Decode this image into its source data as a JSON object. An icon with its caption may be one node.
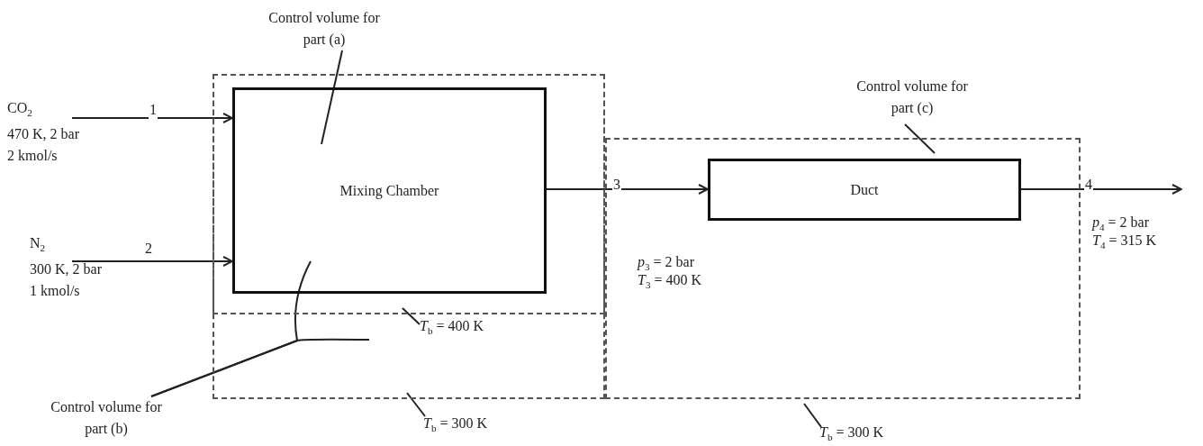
{
  "diagram": {
    "nodes": [
      {
        "text": [],
        "shape": "box"
      },
      {
        "text": [],
        "shape": "box",
        "in": 0
      },
      {
        "text": [
          "Mixing Chamber"
        ],
        "in": 1
      },
      {
        "text": [],
        "shape": "box"
      },
      {
        "text": [
          "Duct"
        ],
        "in": 3
      },
      {
        "text": [
          "CO$_{2}$",
          "470 K, 2 bar",
          "2 kmol/s"
        ]
      },
      {
        "text": [
          "N$_{2}$",
          "300 K, 2 bar",
          "1 kmol/s"
        ]
      },
      {
        "text": [
          "Control volume for part (a)"
        ]
      },
      {
        "text": [
          "Control volume for part (b)"
        ]
      },
      {
        "text": [
          "Control volume for part (c)"
        ]
      },
      {
        "text": [
          "*T*$_{b}$ = 400 K"
        ],
        "in": 0
      },
      {
        "text": [
          "*T*$_{b}$ = 300 K"
        ]
      },
      {
        "text": [
          "*T*$_{b}$ = 300 K"
        ]
      }
    ],
    "edges": [
      {
        "from": 5,
        "to": 2,
        "arrow": "to",
        "label": "1"
      },
      {
        "from": 6,
        "to": 2,
        "arrow": "to",
        "label": "2"
      },
      {
        "from": 2,
        "to": 4,
        "arrow": "to",
        "label": "3"
      },
      {
        "from": 4,
        "to": null,
        "arrow": "to",
        "label": "4"
      },
      {
        "from": 7,
        "to": 1,
        "arrow": "none"
      },
      {
        "from": 8,
        "to": 0,
        "arrow": "none"
      },
      {
        "from": 9,
        "to": 3,
        "arrow": "none"
      },
      {
        "from": 10,
        "to": 1,
        "arrow": "none"
      },
      {
        "from": 11,
        "to": 0,
        "arrow": "none"
      },
      {
        "from": 12,
        "to": 3,
        "arrow": "none"
      },
      {
        "from": 8,
        "to": 2,
        "arrow": "none"
      }
    ],
    "labels": [
      "*p*$_{3}$ = 2 bar",
      "*T*$_{3}$ = 400 K",
      "*p*$_{4}$ = 2 bar",
      "*T*$_{4}$ = 315 K"
    ]
  }
}
